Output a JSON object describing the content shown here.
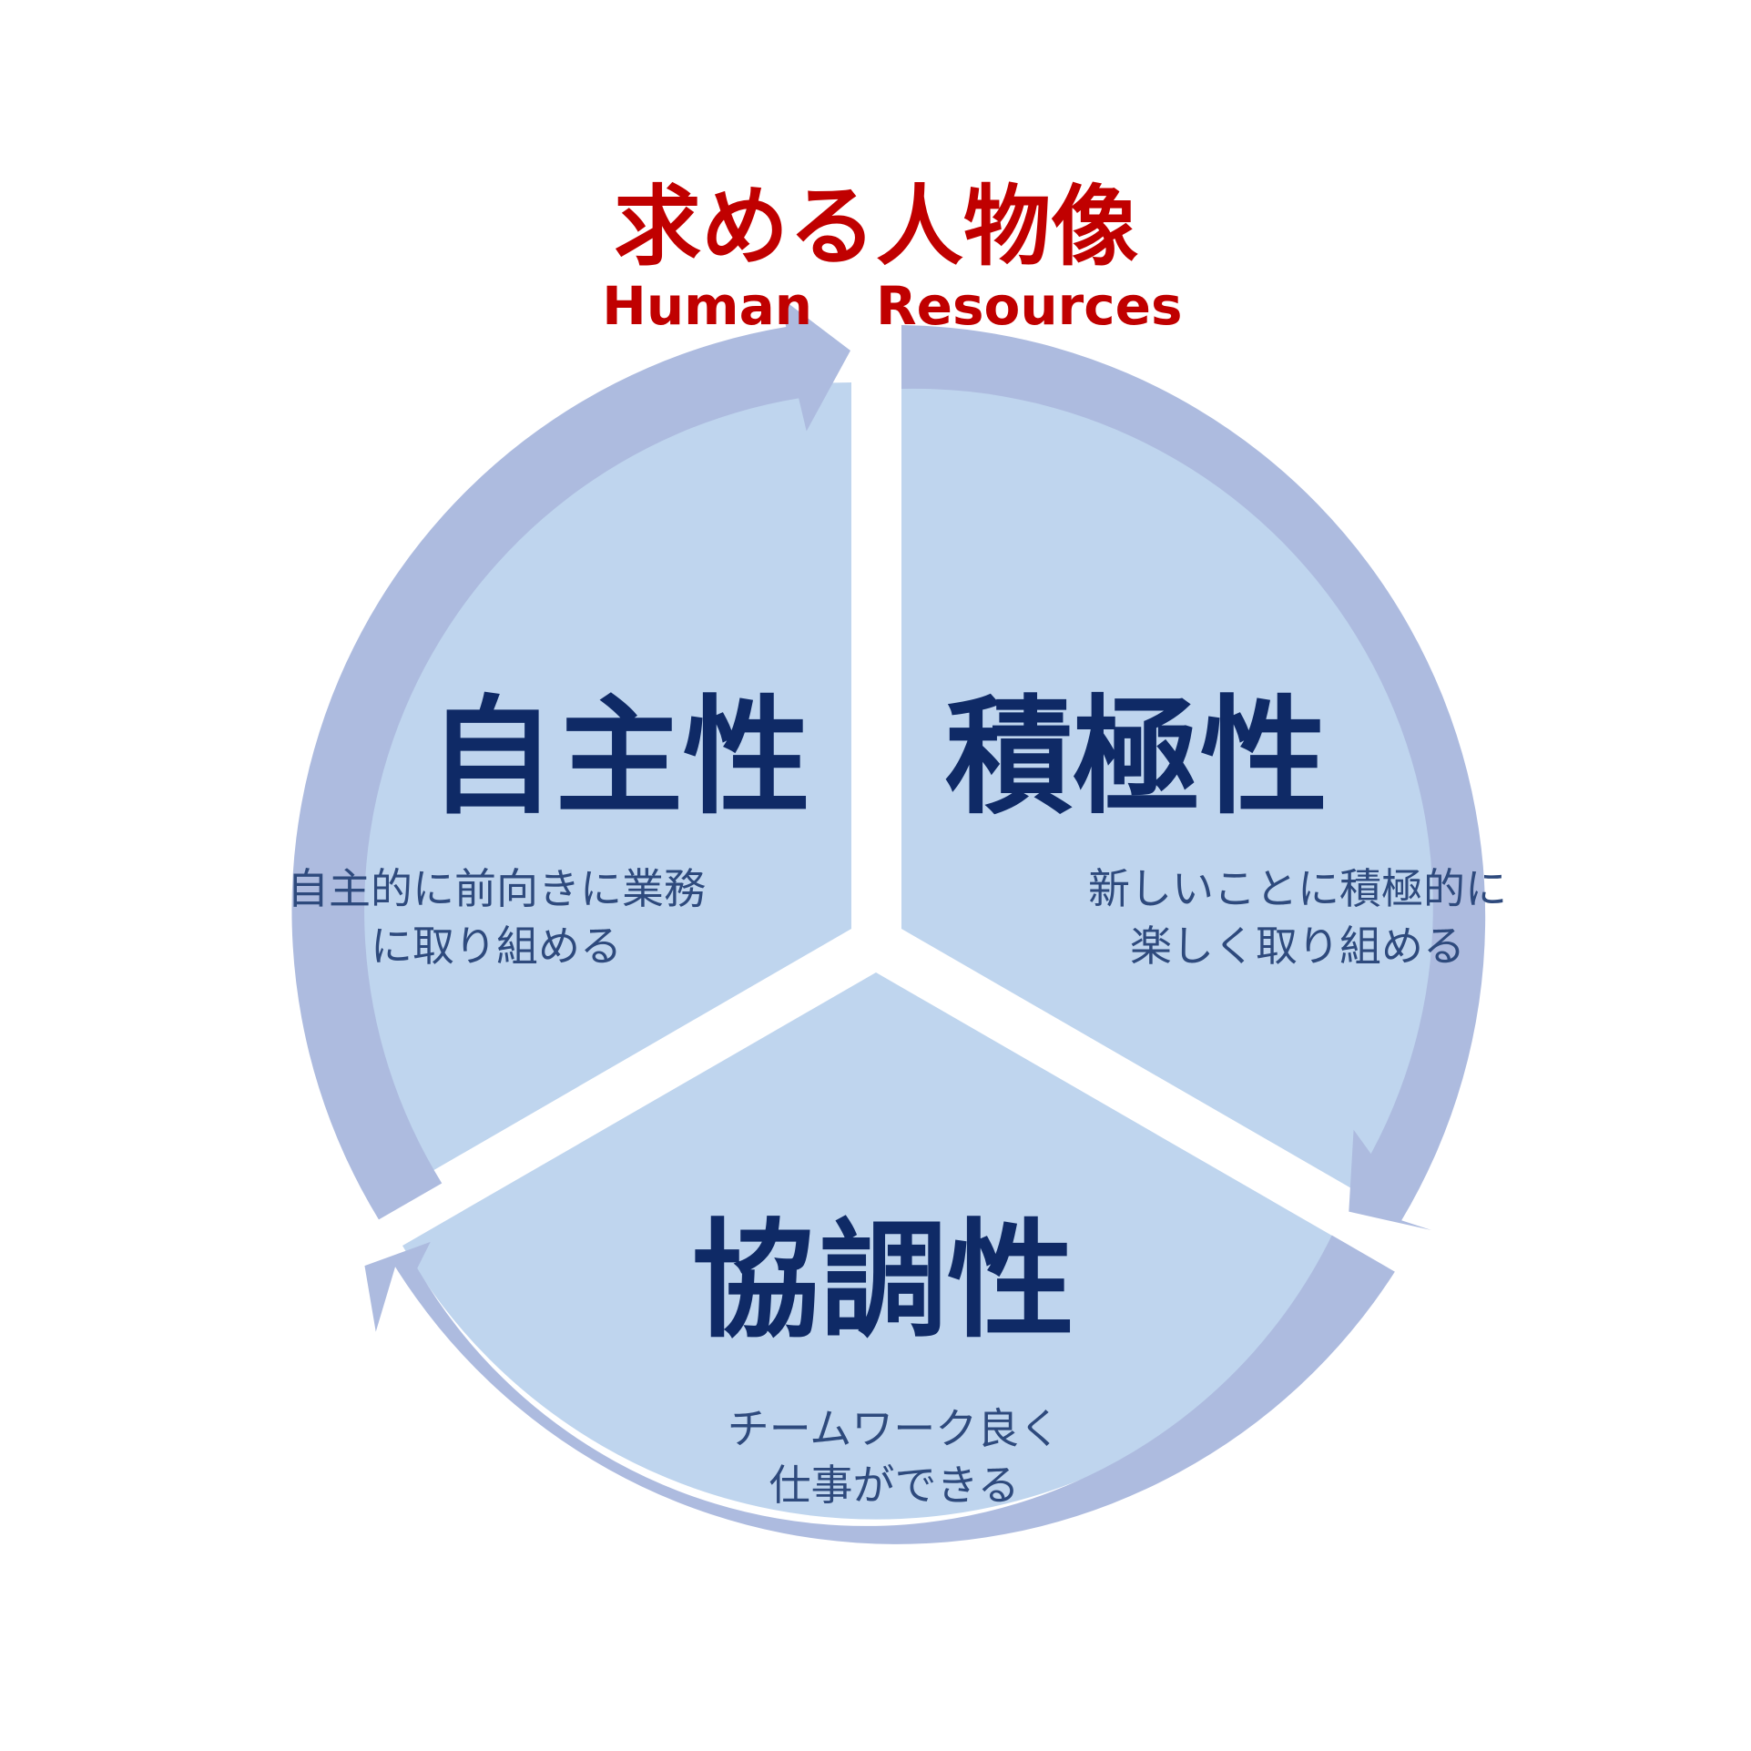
{
  "title": {
    "main": "求める人物像",
    "sub_left": "Human",
    "sub_right": "Resources"
  },
  "segments": [
    {
      "id": "jishusei",
      "heading": "自主性",
      "desc_lines": [
        "自主的に前向きに業務",
        "に取り組める"
      ]
    },
    {
      "id": "sekkyokusei",
      "heading": "積極性",
      "desc_lines": [
        "新しいことに積極的に",
        "楽しく取り組める"
      ]
    },
    {
      "id": "kyouchousei",
      "heading": "協調性",
      "desc_lines": [
        "チームワーク良く",
        "仕事ができる"
      ]
    }
  ],
  "colors": {
    "title": "#c00000",
    "heading": "#0f2a66",
    "description": "#2e4a7d",
    "segment_fill": "#bfd5ee",
    "arrow_ring": "#adbbdf",
    "background": "#ffffff"
  }
}
